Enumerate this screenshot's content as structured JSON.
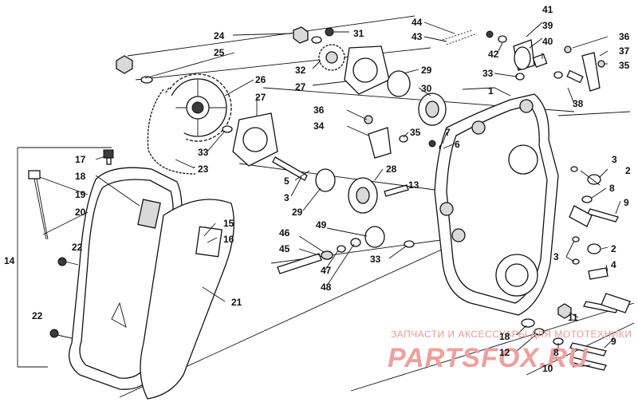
{
  "callouts": {
    "c1": "1",
    "c2a": "2",
    "c2b": "2",
    "c3a": "3",
    "c3b": "3",
    "c3c": "3",
    "c4": "4",
    "c5": "5",
    "c6": "6",
    "c7": "7",
    "c8a": "8",
    "c8b": "8",
    "c9a": "9",
    "c9b": "9",
    "c10": "10",
    "c11": "11",
    "c12": "12",
    "c13": "13",
    "c14": "14",
    "c15": "15",
    "c16": "16",
    "c17": "17",
    "c18a": "18",
    "c18b": "18",
    "c19": "19",
    "c20": "20",
    "c21": "21",
    "c22a": "22",
    "c22b": "22",
    "c23": "23",
    "c24": "24",
    "c25": "25",
    "c26": "26",
    "c27a": "27",
    "c27b": "27",
    "c28": "28",
    "c29a": "29",
    "c29b": "29",
    "c30": "30",
    "c31": "31",
    "c32": "32",
    "c33a": "33",
    "c33b": "33",
    "c33c": "33",
    "c34": "34",
    "c35a": "35",
    "c35b": "35",
    "c36a": "36",
    "c36b": "36",
    "c37": "37",
    "c38": "38",
    "c39": "39",
    "c40": "40",
    "c41": "41",
    "c42": "42",
    "c43": "43",
    "c44": "44",
    "c45": "45",
    "c46": "46",
    "c47": "47",
    "c48": "48",
    "c49": "49"
  },
  "watermark": {
    "tagline": "ЗАПЧАСТИ И АКСЕССУАРЫ ДЛЯ МОТОТЕХНИКИ",
    "logo": "PARTSFOX.RU"
  },
  "colors": {
    "ink": "#111111",
    "watermark": "#ef9f9f"
  }
}
